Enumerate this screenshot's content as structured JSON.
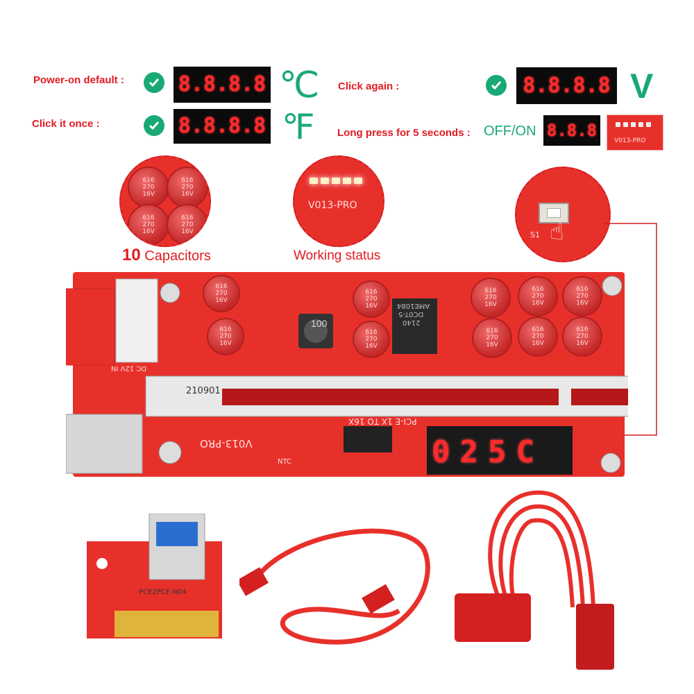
{
  "modes": {
    "power_on_default": {
      "label": "Power-on default :",
      "display": "8.8.8.8",
      "unit": "℃"
    },
    "click_once": {
      "label": "Click it once :",
      "display": "8.8.8.8",
      "unit": "℉"
    },
    "click_again": {
      "label": "Click again :",
      "display": "8.8.8.8",
      "unit": "V"
    },
    "long_press": {
      "label": "Long press for 5 seconds :",
      "state": "OFF/ON",
      "display": "8.8.8",
      "board_label": "V013-PRO"
    }
  },
  "callouts": {
    "capacitors_count": "10",
    "capacitors_label": "Capacitors",
    "working_status": "Working status",
    "working_board_label": "V013-PRO",
    "switch_label": "S1"
  },
  "capacitor_marking": {
    "top": "616",
    "mid": "270",
    "bottom": "16V"
  },
  "board": {
    "model": "V013-PRO",
    "slot_text": "PCI-E 1X TO 16X",
    "inductor": "100",
    "regulator_line1": "AME1084",
    "regulator_line2": "DC0T-5",
    "regulator_line3": "2140",
    "date_code": "210901",
    "power_label": "DC 12V IN",
    "display_reading": "025C",
    "ntc_label": "NTC"
  },
  "adapter": {
    "label": "PCE2PCE-N04"
  },
  "colors": {
    "accent_red": "#e11b22",
    "check_green": "#19a974",
    "board_red": "#e8302b",
    "led_red": "#ff2a2a"
  }
}
